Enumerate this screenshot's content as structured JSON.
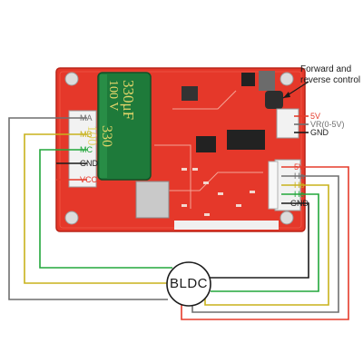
{
  "board": {
    "pcb_color": "#e5382a",
    "capacitor_color": "#1e7a3a",
    "capacitor_text": [
      "330μF",
      "100 V",
      "330",
      "100"
    ],
    "motor_side_pins": [
      "MA",
      "MB",
      "MC",
      "GND",
      "VCC"
    ],
    "control_pins": [
      "5V",
      "VR(0-5V)",
      "GND"
    ],
    "hall_pins": [
      "5V",
      "Ha",
      "Hb",
      "Hc",
      "GND"
    ]
  },
  "annotations": {
    "forward_reverse": "Forward and reverse control"
  },
  "motor": {
    "label": "BLDC"
  },
  "wire_colors": {
    "red": "#e53b2b",
    "gray": "#6f6f6f",
    "black": "#1b1b1b",
    "yellow": "#c8b21c",
    "green": "#22a73b"
  }
}
